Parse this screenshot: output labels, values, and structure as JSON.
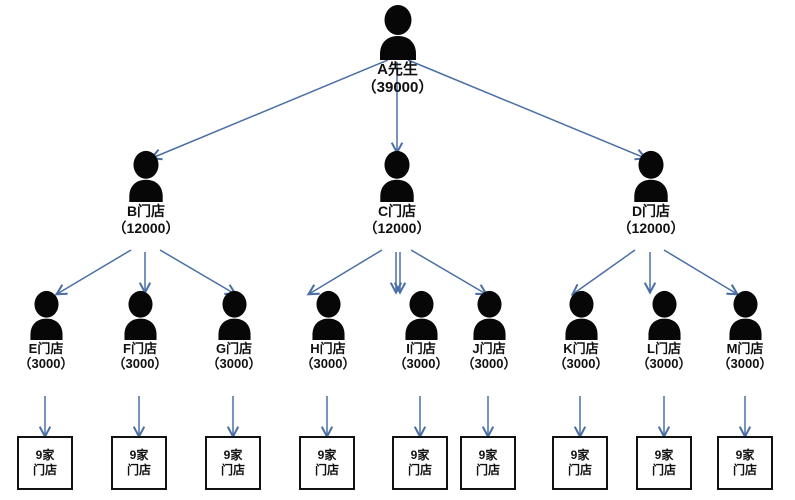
{
  "diagram": {
    "type": "hierarchy-tree",
    "background_color": "#ffffff",
    "arrow_color": "#4a6fa5",
    "node_icon": "person-silhouette-icon",
    "levels": 4,
    "root": {
      "id": "A",
      "name": "A先生",
      "value_label": "（39000）",
      "value": 39000
    },
    "level2": [
      {
        "id": "B",
        "name": "B门店",
        "value_label": "（12000）",
        "value": 12000
      },
      {
        "id": "C",
        "name": "C门店",
        "value_label": "（12000）",
        "value": 12000
      },
      {
        "id": "D",
        "name": "D门店",
        "value_label": "（12000）",
        "value": 12000
      }
    ],
    "level3": [
      {
        "id": "E",
        "name": "E门店",
        "value_label": "（3000）",
        "value": 3000
      },
      {
        "id": "F",
        "name": "F门店",
        "value_label": "（3000）",
        "value": 3000
      },
      {
        "id": "G",
        "name": "G门店",
        "value_label": "（3000）",
        "value": 3000
      },
      {
        "id": "H",
        "name": "H门店",
        "value_label": "（3000）",
        "value": 3000
      },
      {
        "id": "I",
        "name": "I门店",
        "value_label": "（3000）",
        "value": 3000
      },
      {
        "id": "J",
        "name": "J门店",
        "value_label": "（3000）",
        "value": 3000
      },
      {
        "id": "K",
        "name": "K门店",
        "value_label": "（3000）",
        "value": 3000
      },
      {
        "id": "L",
        "name": "L门店",
        "value_label": "（3000）",
        "value": 3000
      },
      {
        "id": "M",
        "name": "M门店",
        "value_label": "（3000）",
        "value": 3000
      }
    ],
    "leaves": [
      {
        "line1": "9家",
        "line2": "门店"
      },
      {
        "line1": "9家",
        "line2": "门店"
      },
      {
        "line1": "9家",
        "line2": "门店"
      },
      {
        "line1": "9家",
        "line2": "门店"
      },
      {
        "line1": "9家",
        "line2": "门店"
      },
      {
        "line1": "9家",
        "line2": "门店"
      },
      {
        "line1": "9家",
        "line2": "门店"
      },
      {
        "line1": "9家",
        "line2": "门店"
      },
      {
        "line1": "9家",
        "line2": "门店"
      }
    ]
  }
}
